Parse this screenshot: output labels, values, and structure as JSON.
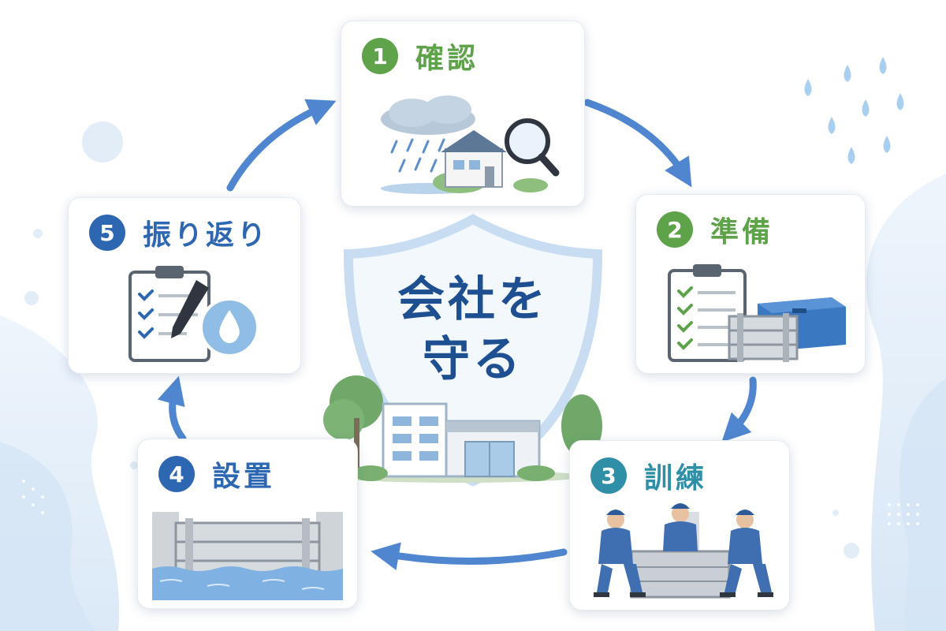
{
  "center": {
    "title_line1": "会社を",
    "title_line2": "守る"
  },
  "steps": [
    {
      "number": "1",
      "label": "確認",
      "color": "#5ea24a",
      "illustration": "rain-house-magnifier-icon"
    },
    {
      "number": "2",
      "label": "準備",
      "color": "#5ea24a",
      "illustration": "checklist-floodgate-case-icon"
    },
    {
      "number": "3",
      "label": "訓練",
      "color": "#2f8fa6",
      "illustration": "workers-training-icon"
    },
    {
      "number": "4",
      "label": "設置",
      "color": "#2e67b1",
      "illustration": "floodgate-water-icon"
    },
    {
      "number": "5",
      "label": "振り返り",
      "color": "#2e67b1",
      "illustration": "review-clipboard-icon"
    }
  ],
  "colors": {
    "arrow": "#4f86cf",
    "shield": "#c8dcf2",
    "title": "#1d4f91"
  }
}
